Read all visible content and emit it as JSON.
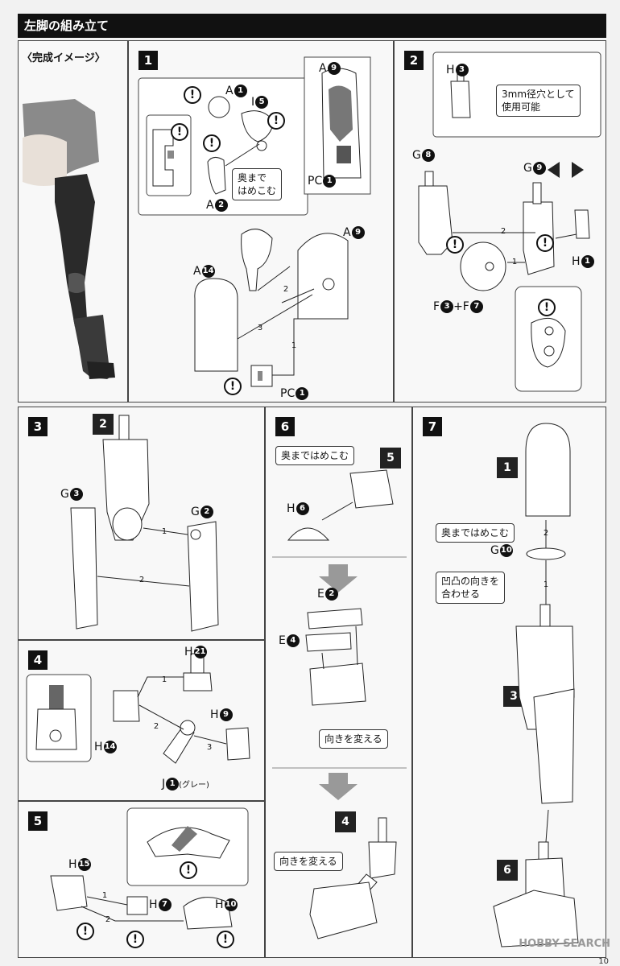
{
  "header": {
    "title": "左脚の組み立て"
  },
  "preview": {
    "label": "〈完成イメージ〉"
  },
  "step1": {
    "num": "1",
    "parts": {
      "a1": "A",
      "a1n": "1",
      "i5": "I",
      "i5n": "5",
      "a2": "A",
      "a2n": "2",
      "a9top": "A",
      "a9topn": "9",
      "pc1top": "PC",
      "pc1topn": "1",
      "a9": "A",
      "a9n": "9",
      "a14": "A",
      "a14n": "14",
      "pc1": "PC",
      "pc1n": "1"
    },
    "callout": "奥まで\nはめこむ",
    "callout1": "奥まで",
    "callout2": "はめこむ",
    "steps": [
      "1",
      "2",
      "3"
    ]
  },
  "step2": {
    "num": "2",
    "parts": {
      "h3": "H",
      "h3n": "3",
      "g8": "G",
      "g8n": "8",
      "g9": "G",
      "g9n": "9",
      "h1": "H",
      "h1n": "1",
      "f": "F",
      "f3n": "3",
      "plus": "+F",
      "f7n": "7"
    },
    "callout1": "3mm径穴として",
    "callout2": "使用可能",
    "steps": [
      "1",
      "2"
    ]
  },
  "step3": {
    "num": "3",
    "ref": "2",
    "parts": {
      "g3": "G",
      "g3n": "3",
      "g2": "G",
      "g2n": "2"
    },
    "steps": [
      "1",
      "2"
    ]
  },
  "step4": {
    "num": "4",
    "parts": {
      "h21": "H",
      "h21n": "21",
      "h9": "H",
      "h9n": "9",
      "h14": "H",
      "h14n": "14",
      "j1": "J",
      "j1n": "1",
      "gray": "(グレー)"
    },
    "steps": [
      "1",
      "2",
      "3"
    ]
  },
  "step5": {
    "num": "5",
    "parts": {
      "h15": "H",
      "h15n": "15",
      "h7": "H",
      "h7n": "7",
      "h10": "H",
      "h10n": "10"
    },
    "steps": [
      "1",
      "2"
    ]
  },
  "step6": {
    "num": "6",
    "ref5": "5",
    "ref4": "4",
    "parts": {
      "h6": "H",
      "h6n": "6",
      "e2": "E",
      "e2n": "2",
      "e4": "E",
      "e4n": "4"
    },
    "callout_fit": "奥まではめこむ",
    "callout_turn1": "向きを変える",
    "callout_turn2": "向きを変える"
  },
  "step7": {
    "num": "7",
    "ref1": "1",
    "ref3": "3",
    "ref6": "6",
    "parts": {
      "g10": "G",
      "g10n": "10"
    },
    "callout_fit": "奥まではめこむ",
    "callout_align1": "凹凸の向きを",
    "callout_align2": "合わせる",
    "steps": [
      "2",
      "1"
    ]
  },
  "footer": {
    "watermark": "HOBBY SEARCH",
    "page": "10"
  },
  "colors": {
    "panel_border": "#444444",
    "header_bg": "#111111",
    "part_fill": "#ffffff",
    "part_stroke": "#222222"
  }
}
